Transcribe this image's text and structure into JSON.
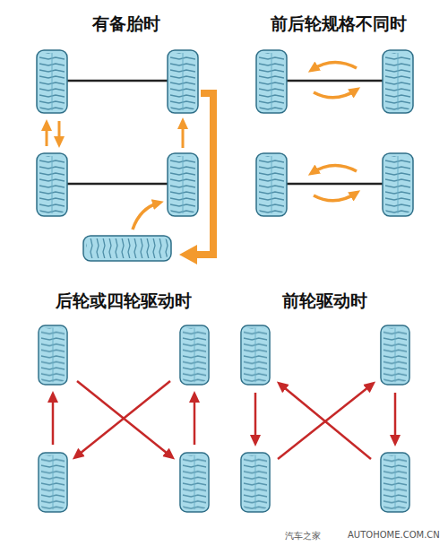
{
  "diagram": {
    "labels": [
      "有备胎时",
      "前后轮规格不同时",
      "后轮或四轮驱动时",
      "前轮驱动时",
      "汽车之家",
      "AUTOHOME.COM.CN"
    ]
  }
}
